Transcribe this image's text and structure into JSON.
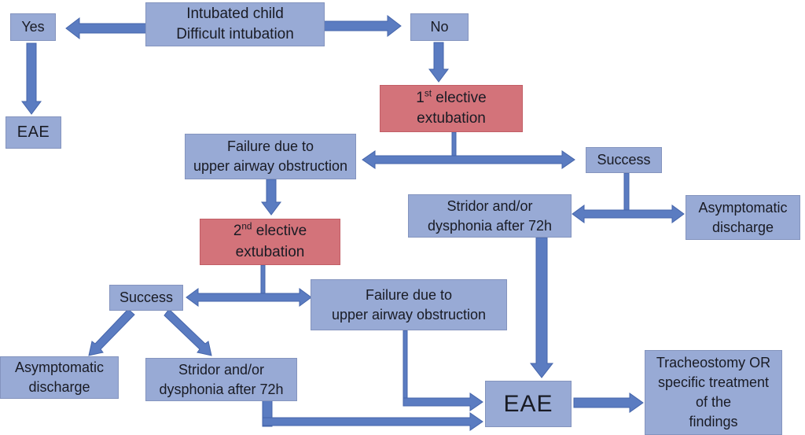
{
  "colors": {
    "background": "#ffffff",
    "node_fill_blue": "#98aad5",
    "node_border_blue": "#8494be",
    "node_fill_red": "#d3737a",
    "node_border_red": "#c25e66",
    "arrow_fill": "#5b7cc1",
    "arrow_outline": "#4565ab",
    "text": "#191b24"
  },
  "nodes": {
    "intubated_child": {
      "label": "Intubated child\nDifficult intubation"
    },
    "yes": {
      "label": "Yes"
    },
    "no": {
      "label": "No"
    },
    "eae_left": {
      "label": "EAE"
    },
    "first_extubation": {
      "ordinal": "1",
      "suffix": "st",
      "rest": " elective\nextubation"
    },
    "failure_top": {
      "label": "Failure due to\nupper airway obstruction"
    },
    "success_right": {
      "label": "Success"
    },
    "stridor_right": {
      "label": "Stridor and/or\ndysphonia after 72h"
    },
    "asymptomatic_right": {
      "label": "Asymptomatic\ndischarge"
    },
    "second_extubation": {
      "ordinal": "2",
      "suffix": "nd",
      "rest": " elective\nextubation"
    },
    "success_left": {
      "label": "Success"
    },
    "failure_bottom": {
      "label": "Failure due to\nupper airway obstruction"
    },
    "asymptomatic_left": {
      "label": "Asymptomatic\ndischarge"
    },
    "stridor_bottom": {
      "label": "Stridor and/or\ndysphonia after 72h"
    },
    "eae_main": {
      "label": "EAE"
    },
    "tracheostomy": {
      "label": "Tracheostomy OR\nspecific treatment\nof the\nfindings"
    }
  },
  "edges": [
    {
      "from": "intubated_child",
      "to": "yes"
    },
    {
      "from": "intubated_child",
      "to": "no"
    },
    {
      "from": "yes",
      "to": "eae_left"
    },
    {
      "from": "no",
      "to": "first_extubation"
    },
    {
      "from": "first_extubation",
      "to": "failure_top"
    },
    {
      "from": "first_extubation",
      "to": "success_right"
    },
    {
      "from": "success_right",
      "to": "stridor_right"
    },
    {
      "from": "success_right",
      "to": "asymptomatic_right"
    },
    {
      "from": "failure_top",
      "to": "second_extubation"
    },
    {
      "from": "stridor_right",
      "to": "eae_main"
    },
    {
      "from": "second_extubation",
      "to": "success_left"
    },
    {
      "from": "second_extubation",
      "to": "failure_bottom"
    },
    {
      "from": "success_left",
      "to": "asymptomatic_left"
    },
    {
      "from": "success_left",
      "to": "stridor_bottom"
    },
    {
      "from": "failure_bottom",
      "to": "eae_main"
    },
    {
      "from": "stridor_bottom",
      "to": "eae_main"
    },
    {
      "from": "eae_main",
      "to": "tracheostomy"
    }
  ]
}
